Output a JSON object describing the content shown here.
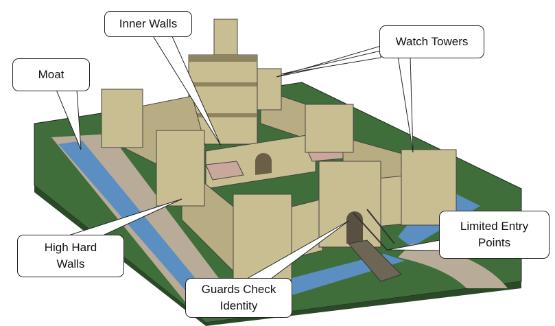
{
  "title": "Castle defensive features",
  "labels": {
    "inner_walls": "Inner Walls",
    "watch_towers": "Watch Towers",
    "moat": "Moat",
    "high_hard_walls_1": "High Hard",
    "high_hard_walls_2": "Walls",
    "guards_1": "Guards Check",
    "guards_2": "Identity",
    "entry_1": "Limited Entry",
    "entry_2": "Points"
  },
  "colors": {
    "grass": "#3f6e3a",
    "water": "#5b8fc2",
    "path": "#b8ab98",
    "stone": "#c9bd92",
    "stone_dark": "#8e845f",
    "roof": "#c9a79a"
  }
}
